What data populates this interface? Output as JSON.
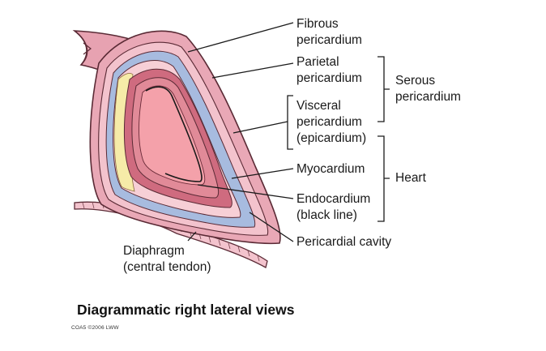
{
  "labels": {
    "fibrous": [
      "Fibrous",
      "pericardium"
    ],
    "parietal": [
      "Parietal",
      "pericardium"
    ],
    "visceral": [
      "Visceral",
      "pericardium",
      "(epicardium)"
    ],
    "myocardium": "Myocardium",
    "endocardium": [
      "Endocardium",
      "(black line)"
    ],
    "pericardial_cavity": "Pericardial cavity",
    "diaphragm": [
      "Diaphragm",
      "(central tendon)"
    ]
  },
  "groups": {
    "serous": [
      "Serous",
      "pericardium"
    ],
    "heart": "Heart"
  },
  "caption": "Diagrammatic right lateral views",
  "credit": "COA5 ©2006 LWW",
  "colors": {
    "fibrous_layer": "#e9a8b6",
    "parietal_layer": "#f3c3cd",
    "cavity": "#a7bbdf",
    "epicardium": "#f7cfd6",
    "myocardium": "#cf6b7f",
    "inner_chamber": "#f4a1aa",
    "fat": "#f6eba8"
  }
}
